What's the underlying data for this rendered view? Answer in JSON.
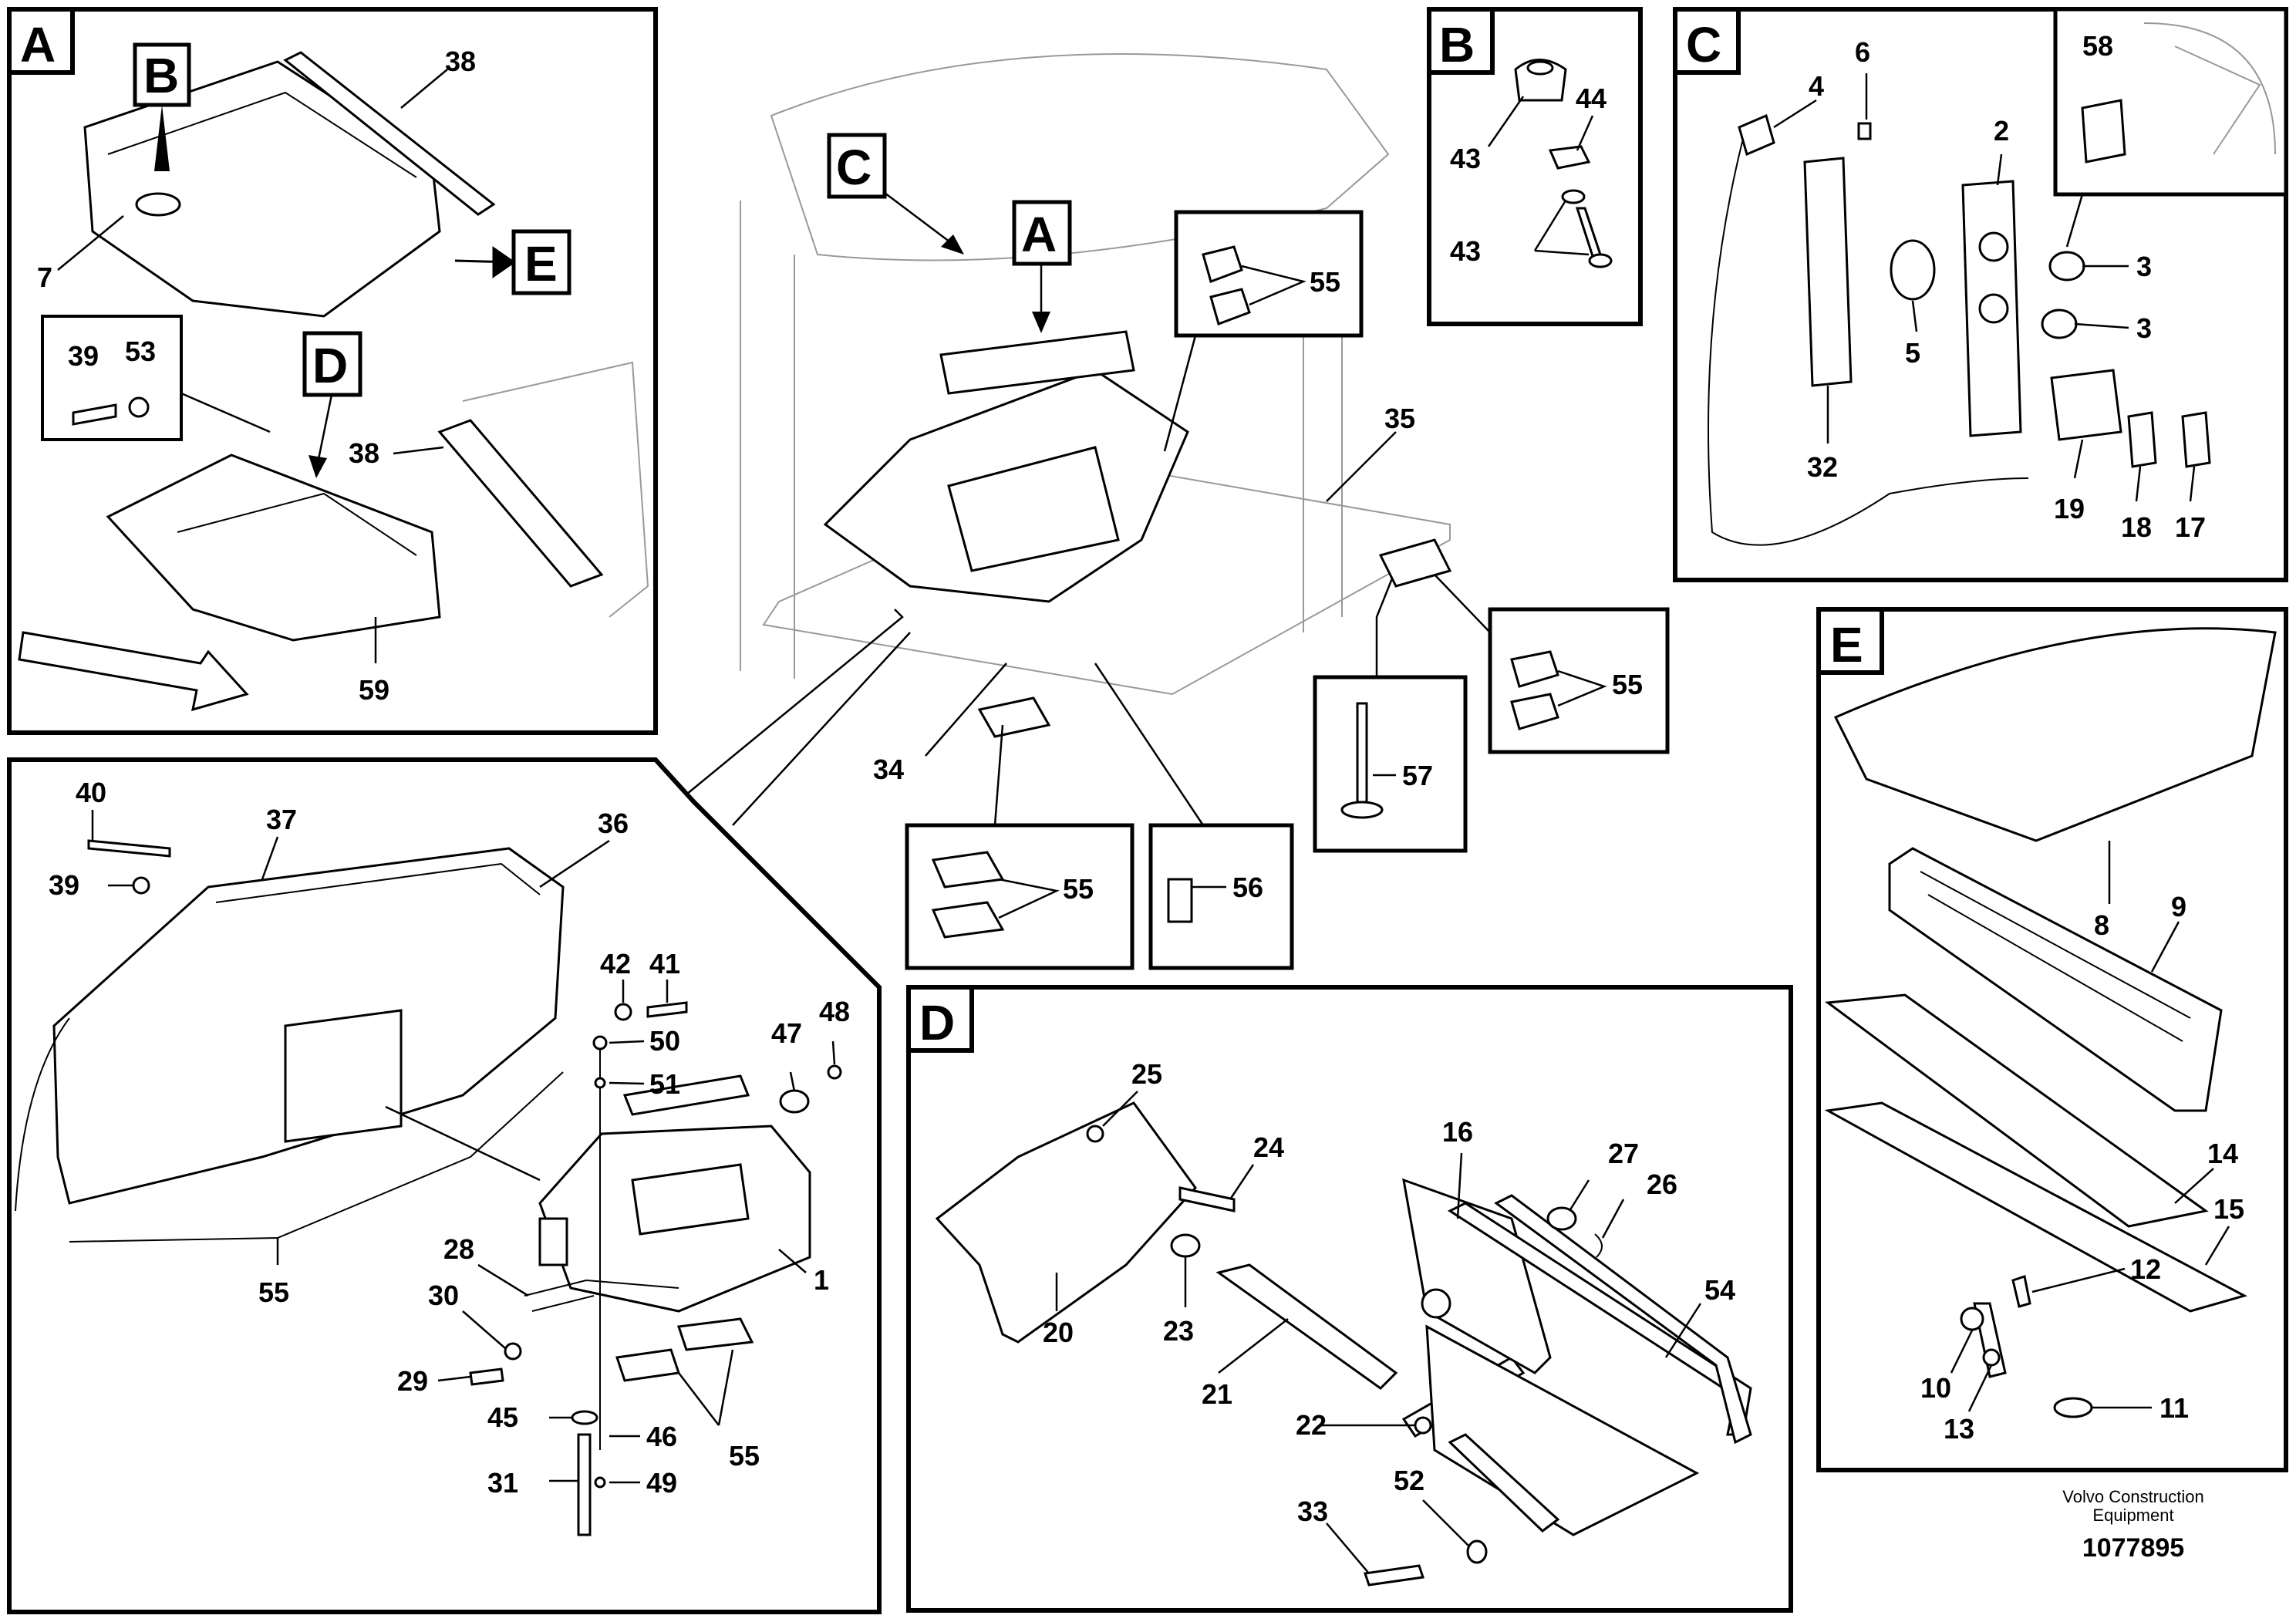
{
  "panels": {
    "A": {
      "letter": "A"
    },
    "B": {
      "letter": "B"
    },
    "C": {
      "letter": "C"
    },
    "D": {
      "letter": "D"
    },
    "E": {
      "letter": "E"
    }
  },
  "callout_tags": {
    "main_C": "C",
    "main_A": "A",
    "panelA_B": "B",
    "panelA_D": "D",
    "panelA_E": "E"
  },
  "part_labels": {
    "panelA": [
      "38",
      "7",
      "39",
      "53",
      "38",
      "59"
    ],
    "panelB": [
      "44",
      "43",
      "43"
    ],
    "panelC": [
      "6",
      "4",
      "58",
      "2",
      "3",
      "3",
      "5",
      "32",
      "19",
      "18",
      "17"
    ],
    "panelE": [
      "8",
      "9",
      "14",
      "15",
      "12",
      "10",
      "11",
      "13"
    ],
    "main": [
      "55",
      "35",
      "55",
      "34",
      "55",
      "56",
      "57"
    ],
    "panelLeft": [
      "40",
      "37",
      "36",
      "39",
      "42",
      "41",
      "50",
      "51",
      "47",
      "48",
      "28",
      "30",
      "1",
      "29",
      "45",
      "46",
      "55",
      "31",
      "49",
      "55"
    ],
    "panelD": [
      "25",
      "24",
      "23",
      "20",
      "21",
      "22",
      "16",
      "27",
      "26",
      "54",
      "33",
      "52"
    ]
  },
  "footer": {
    "company_line1": "Volvo Construction",
    "company_line2": "Equipment",
    "drawing_number": "1077895"
  }
}
